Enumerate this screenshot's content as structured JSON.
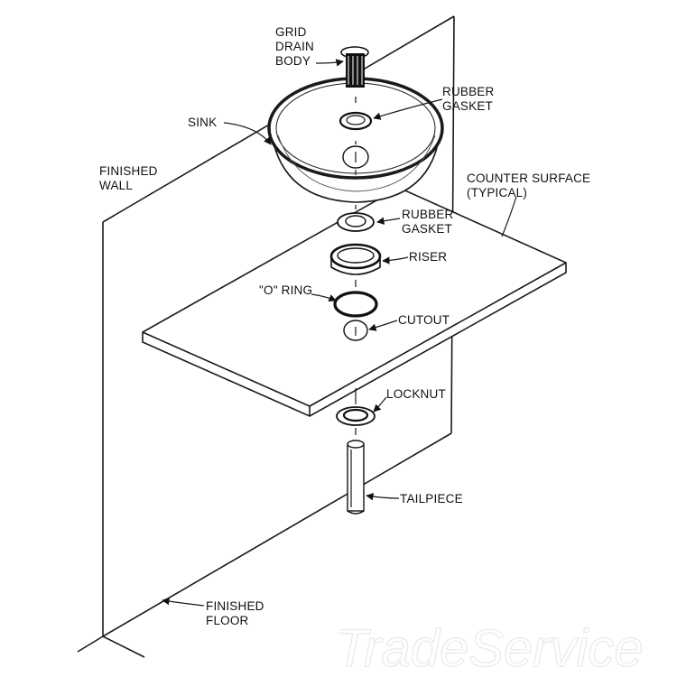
{
  "labels": {
    "grid_drain_body": [
      "GRID",
      "DRAIN",
      "BODY"
    ],
    "rubber_gasket_top": [
      "RUBBER",
      "GASKET"
    ],
    "sink": "SINK",
    "finished_wall": [
      "FINISHED",
      "WALL"
    ],
    "counter_surface": [
      "COUNTER SURFACE",
      "(TYPICAL)"
    ],
    "rubber_gasket_bottom": [
      "RUBBER",
      "GASKET"
    ],
    "riser": "RISER",
    "o_ring": "\"O\" RING",
    "cutout": "CUTOUT",
    "locknut": "LOCKNUT",
    "tailpiece": "TAILPIECE",
    "finished_floor": [
      "FINISHED",
      "FLOOR"
    ]
  },
  "watermark": "TradeService"
}
